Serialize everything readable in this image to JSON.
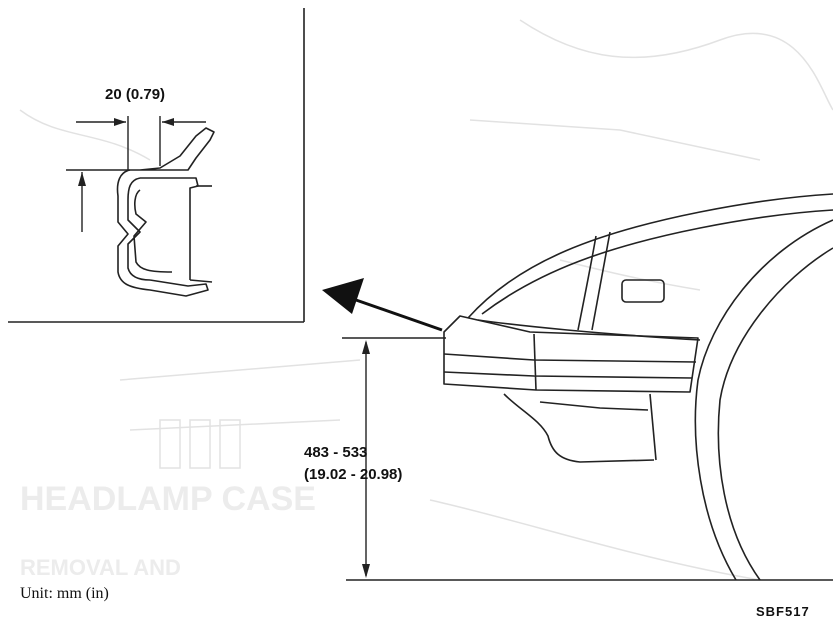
{
  "detail": {
    "width_dimension": "20 (0.79)"
  },
  "height_dimension": {
    "line1": "483 - 533",
    "line2": "(19.02 - 20.98)"
  },
  "unit_note": "Unit: mm (in)",
  "figure_code": "SBF517"
}
